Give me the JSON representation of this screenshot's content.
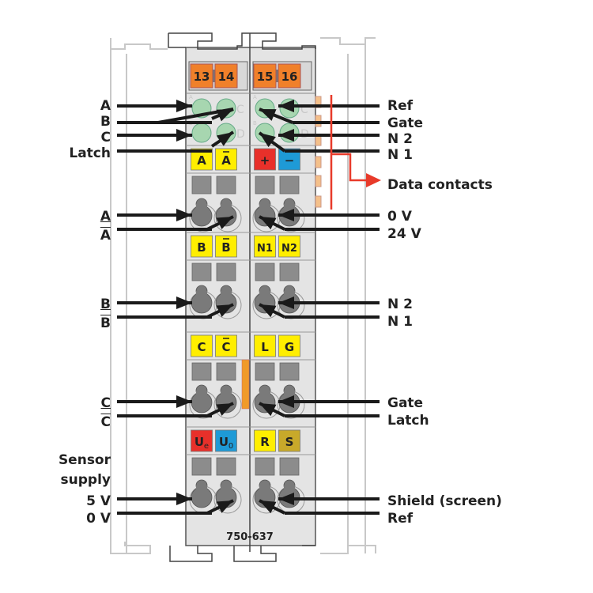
{
  "module": {
    "part_number": "750-637",
    "colors": {
      "housing": "#e4e4e4",
      "housing_stroke": "#555555",
      "rail": "#bbbbbb",
      "orange": "#f0802a",
      "green_contact": "#a7d6b0",
      "yellow": "#ffee00",
      "red": "#e8302a",
      "blue": "#1e9ad6",
      "olive": "#c8a92a",
      "slot": "#8c8c8c",
      "clamp": "#7a7a7a",
      "data_contact": "#f4c08a",
      "arrow": "#1a1a1a",
      "data_arrow": "#e83a2a"
    },
    "top_numbers": [
      "13",
      "14",
      "15",
      "16"
    ],
    "top_contact_letters": [
      "A",
      "C",
      "B",
      "D",
      "A",
      "C",
      "B",
      "D"
    ],
    "marker_rows": [
      {
        "left": [
          {
            "text": "A",
            "overline": false,
            "color": "yellow"
          },
          {
            "text": "A",
            "overline": true,
            "color": "yellow"
          }
        ],
        "right": [
          {
            "text": "+",
            "overline": false,
            "color": "red"
          },
          {
            "text": "−",
            "overline": false,
            "color": "blue"
          }
        ]
      },
      {
        "left": [
          {
            "text": "B",
            "overline": false,
            "color": "yellow"
          },
          {
            "text": "B",
            "overline": true,
            "color": "yellow"
          }
        ],
        "right": [
          {
            "text": "N1",
            "overline": false,
            "color": "yellow"
          },
          {
            "text": "N2",
            "overline": false,
            "color": "yellow"
          }
        ]
      },
      {
        "left": [
          {
            "text": "C",
            "overline": false,
            "color": "yellow"
          },
          {
            "text": "C",
            "overline": true,
            "color": "yellow"
          }
        ],
        "right": [
          {
            "text": "L",
            "overline": false,
            "color": "yellow"
          },
          {
            "text": "G",
            "overline": false,
            "color": "yellow"
          }
        ]
      },
      {
        "left": [
          {
            "text": "U",
            "sub": "e",
            "overline": false,
            "color": "red"
          },
          {
            "text": "U",
            "sub": "0",
            "overline": false,
            "color": "blue"
          }
        ],
        "right": [
          {
            "text": "R",
            "overline": false,
            "color": "yellow"
          },
          {
            "text": "S",
            "overline": false,
            "color": "olive"
          }
        ]
      }
    ]
  },
  "left_labels": {
    "top_group": [
      "A",
      "B",
      "C",
      "Latch"
    ],
    "group_a": {
      "top": "A",
      "bottom": "A"
    },
    "group_b": {
      "top": "B",
      "bottom": "B"
    },
    "group_c": {
      "top": "C",
      "bottom": "C"
    },
    "sensor_supply": {
      "line1": "Sensor",
      "line2": "supply",
      "v5": "5 V",
      "v0": "0 V"
    }
  },
  "right_labels": {
    "top_group": [
      "Ref",
      "Gate",
      "N 2",
      "N 1"
    ],
    "data_contacts": "Data contacts",
    "group_1": [
      "0 V",
      "24 V"
    ],
    "group_2": [
      "N 2",
      "N 1"
    ],
    "group_3": [
      "Gate",
      "Latch"
    ],
    "group_4": [
      "Shield (screen)",
      "Ref"
    ]
  }
}
